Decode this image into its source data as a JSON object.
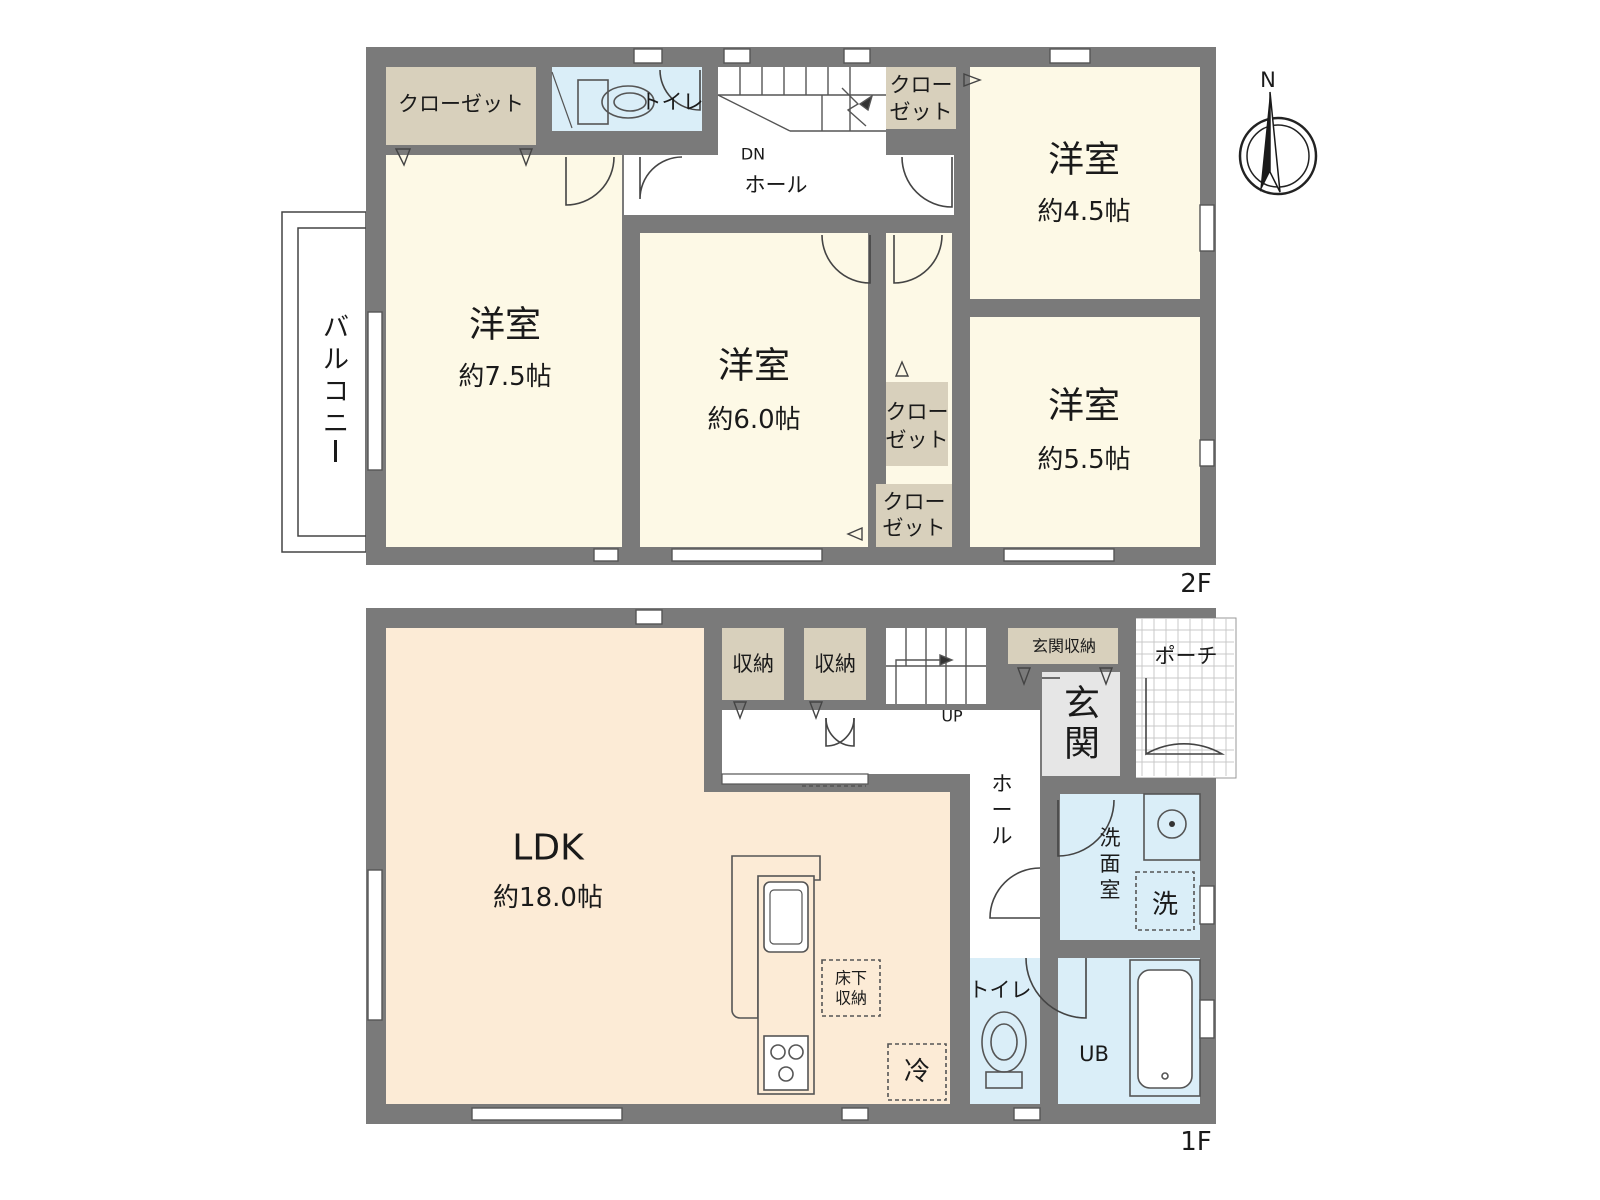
{
  "floor2": {
    "label": "2F",
    "closet_tl": "クローゼット",
    "toilet": "トイレ",
    "stair_dir": "DN",
    "hall": "ホール",
    "closet_tr_1": "クロー",
    "closet_tr_2": "ゼット",
    "room_ne": {
      "name": "洋室",
      "size": "約4.5帖"
    },
    "room_w": {
      "name": "洋室",
      "size": "約7.5帖"
    },
    "room_c": {
      "name": "洋室",
      "size": "約6.0帖"
    },
    "room_e": {
      "name": "洋室",
      "size": "約5.5帖"
    },
    "closet_mid_1": "クロー",
    "closet_mid_2": "ゼット",
    "closet_low_1": "クロー",
    "closet_low_2": "ゼット",
    "balcony_chars": [
      "バ",
      "ル",
      "コ",
      "ニ",
      "ー"
    ]
  },
  "floor1": {
    "label": "1F",
    "storage_1": "収納",
    "storage_2": "収納",
    "entrance_storage": "玄関収納",
    "porch": "ポーチ",
    "stair_dir": "UP",
    "entrance_chars": [
      "玄",
      "関"
    ],
    "hall_chars": [
      "ホ",
      "ー",
      "ル"
    ],
    "ldk": {
      "name": "LDK",
      "size": "約18.0帖"
    },
    "washroom_chars": [
      "洗",
      "面",
      "室"
    ],
    "washer": "洗",
    "toilet": "トイレ",
    "underfloor_1": "床下",
    "underfloor_2": "収納",
    "fridge": "冷",
    "bath": "UB"
  },
  "compass": {
    "north": "N"
  },
  "colors": {
    "wall": "#7a7a7a",
    "room_western": "#fdf9e6",
    "ldk": "#fcebd6",
    "closet": "#d8d0bc",
    "wet_area": "#daeef8",
    "entrance_tile": "#e6e6e6"
  }
}
